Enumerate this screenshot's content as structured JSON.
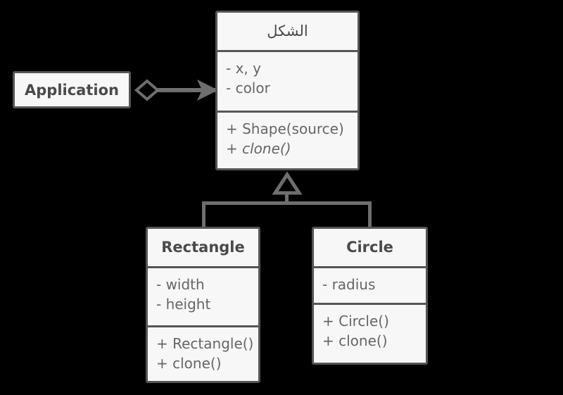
{
  "diagram": {
    "type": "uml-class-diagram",
    "background_color": "#000000",
    "box_fill_color": "#f7f7f7",
    "box_border_color": "#555555",
    "text_color": "#4a4a4a",
    "member_text_color": "#666666",
    "connector_color": "#6e6e6e"
  },
  "classes": {
    "application": {
      "name": "Application"
    },
    "shape": {
      "name": "الشكل",
      "attributes": [
        "- x, y",
        "- color"
      ],
      "methods": [
        "+ Shape(source)",
        "+ clone()"
      ],
      "abstract_method": "+ clone()"
    },
    "rectangle": {
      "name": "Rectangle",
      "attributes": [
        "- width",
        "- height"
      ],
      "methods": [
        "+ Rectangle()",
        "+ clone()"
      ]
    },
    "circle": {
      "name": "Circle",
      "attributes": [
        "- radius"
      ],
      "methods": [
        "+ Circle()",
        "+ clone()"
      ]
    }
  },
  "relations": {
    "aggregation": {
      "from": "Application",
      "to": "الشكل",
      "marker_source": "hollow-diamond",
      "marker_target": "filled-arrow"
    },
    "inheritance_rectangle": {
      "from": "Rectangle",
      "to": "الشكل",
      "marker_target": "hollow-triangle"
    },
    "inheritance_circle": {
      "from": "Circle",
      "to": "الشكل",
      "marker_target": "hollow-triangle"
    }
  }
}
